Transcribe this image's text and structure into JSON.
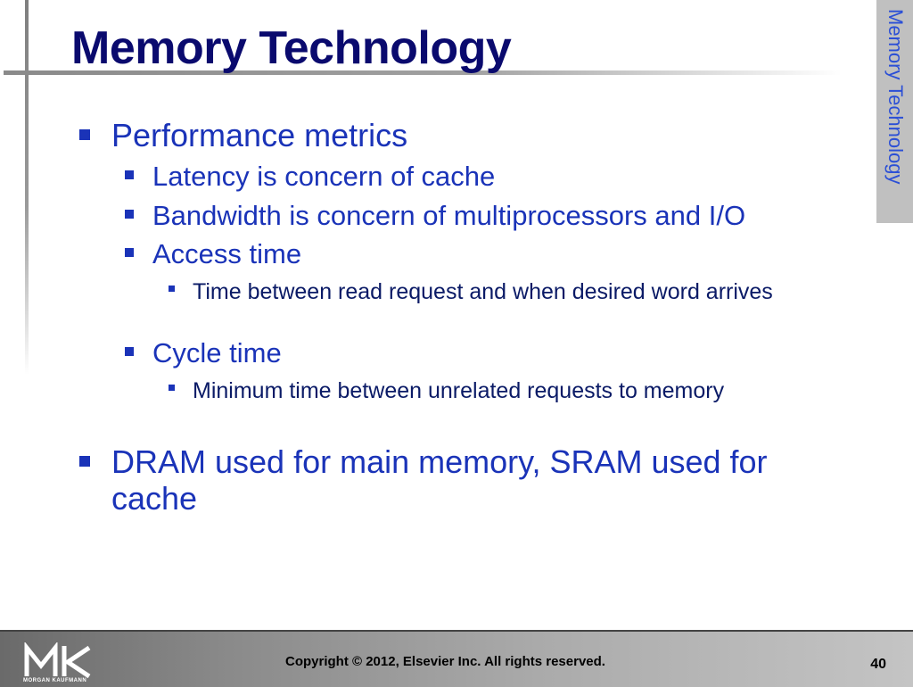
{
  "slide": {
    "title": "Memory Technology",
    "side_tab": "Memory Technology",
    "bullets": {
      "b1": "Performance metrics",
      "b1_1": "Latency is concern of cache",
      "b1_2": "Bandwidth is concern of multiprocessors and I/O",
      "b1_3": "Access time",
      "b1_3_1": "Time between read request and when desired word arrives",
      "b1_4": "Cycle time",
      "b1_4_1": "Minimum time between unrelated requests to memory",
      "b2": "DRAM used for main memory, SRAM used for cache"
    }
  },
  "footer": {
    "logo_text": "MK",
    "logo_subtext": "MORGAN KAUFMANN",
    "copyright": "Copyright © 2012, Elsevier Inc. All rights reserved.",
    "page_number": "40"
  },
  "colors": {
    "title": "#0a0a6e",
    "bullet_text": "#1a33b8",
    "side_tab_bg": "#c0c0c0",
    "side_tab_text": "#2b4fd6"
  }
}
